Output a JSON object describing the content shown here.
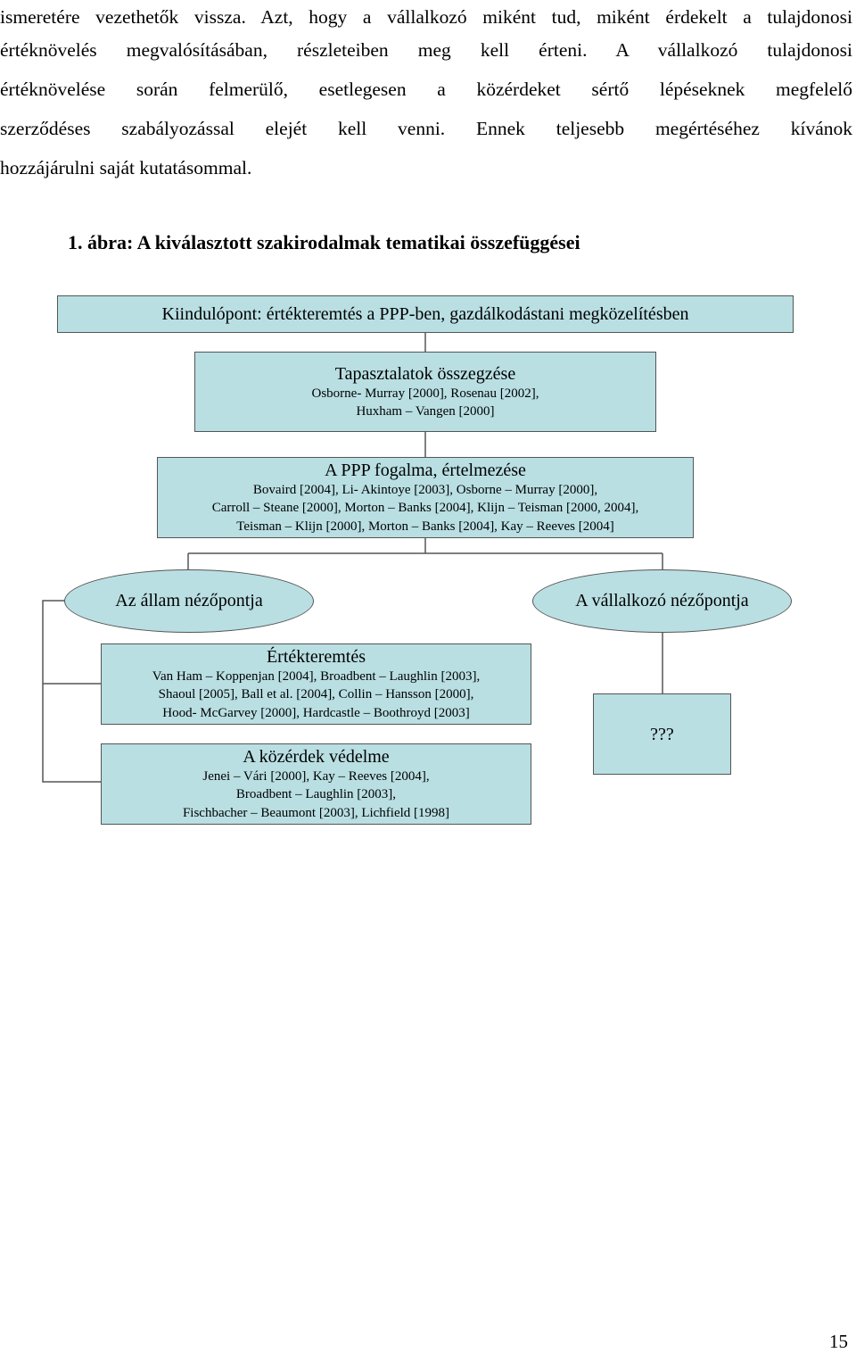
{
  "paragraph": {
    "lines": [
      "ismeretére vezethetők vissza. Azt, hogy a vállalkozó miként tud, miként érdekelt a tulajdonosi",
      "értéknövelés megvalósításában, részleteiben meg kell érteni. A vállalkozó tulajdonosi",
      "értéknövelése során felmerülő, esetlegesen a közérdeket sértő lépéseknek megfelelő",
      "szerződéses szabályozással elejét kell venni. Ennek teljesebb megértéséhez kívánok",
      "hozzájárulni saját kutatásommal."
    ]
  },
  "figure": {
    "caption": "1. ábra: A kiválasztott szakirodalmak tematikai összefüggései",
    "start_box": {
      "title": "Kiindulópont: értékteremtés a PPP-ben, gazdálkodástani megközelítésben"
    },
    "experience_box": {
      "title": "Tapasztalatok összegzése",
      "refs": [
        "Osborne- Murray [2000], Rosenau [2002],",
        "Huxham – Vangen [2000]"
      ]
    },
    "ppp_box": {
      "title": "A PPP fogalma, értelmezése",
      "refs": [
        "Bovaird [2004], Li- Akintoye [2003], Osborne – Murray [2000],",
        "Carroll – Steane [2000], Morton – Banks [2004], Klijn – Teisman [2000, 2004],",
        "Teisman – Klijn [2000], Morton – Banks [2004], Kay – Reeves [2004]"
      ]
    },
    "state_view": "Az állam nézőpontja",
    "contractor_view": "A vállalkozó nézőpontja",
    "value_box": {
      "title": "Értékteremtés",
      "refs": [
        "Van Ham – Koppenjan [2004], Broadbent – Laughlin [2003],",
        "Shaoul [2005], Ball et al. [2004], Collin – Hansson [2000],",
        "Hood- McGarvey [2000], Hardcastle – Boothroyd [2003]"
      ]
    },
    "public_box": {
      "title": "A közérdek védelme",
      "refs": [
        "Jenei – Vári [2000], Kay – Reeves [2004],",
        "Broadbent – Laughlin [2003],",
        "Fischbacher – Beaumont [2003], Lichfield [1998]"
      ]
    },
    "unknown_box": {
      "title": "???"
    },
    "colors": {
      "box_fill": "#b9dfe3",
      "border": "#555555",
      "connector": "#555555"
    }
  },
  "page_number": "15"
}
